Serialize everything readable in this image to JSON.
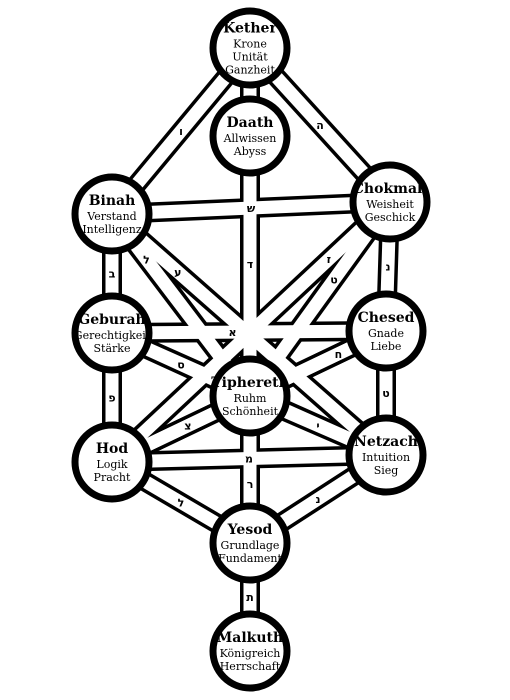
{
  "sephiroth": [
    {
      "id": "kether",
      "name": "Kether",
      "lines": [
        "Krone",
        "Unität",
        "Ganzheit"
      ]
    },
    {
      "id": "daath",
      "name": "Daath",
      "lines": [
        "Allwissen",
        "Abyss"
      ]
    },
    {
      "id": "binah",
      "name": "Binah",
      "lines": [
        "Verstand",
        "Intelligenz"
      ]
    },
    {
      "id": "chokmah",
      "name": "Chokmah",
      "lines": [
        "Weisheit",
        "Geschick"
      ]
    },
    {
      "id": "geburah",
      "name": "Geburah",
      "lines": [
        "Gerechtigkeit",
        "Stärke"
      ]
    },
    {
      "id": "chesed",
      "name": "Chesed",
      "lines": [
        "Gnade",
        "Liebe"
      ]
    },
    {
      "id": "tiphereth",
      "name": "Tiphereth",
      "lines": [
        "Ruhm",
        "Schönheit"
      ]
    },
    {
      "id": "hod",
      "name": "Hod",
      "lines": [
        "Logik",
        "Pracht"
      ]
    },
    {
      "id": "netzach",
      "name": "Netzach",
      "lines": [
        "Intuition",
        "Sieg"
      ]
    },
    {
      "id": "yesod",
      "name": "Yesod",
      "lines": [
        "Grundlage",
        "Fundament"
      ]
    },
    {
      "id": "malkuth",
      "name": "Malkuth",
      "lines": [
        "Königreich",
        "Herrschaft"
      ]
    }
  ],
  "paths": [
    {
      "from": "kether",
      "to": "binah",
      "letter": "ו"
    },
    {
      "from": "kether",
      "to": "tiphereth",
      "letter": "ד"
    },
    {
      "from": "kether",
      "to": "chokmah",
      "letter": "ה"
    },
    {
      "from": "binah",
      "to": "chokmah",
      "letter": "ש"
    },
    {
      "from": "binah",
      "to": "geburah",
      "letter": "ב"
    },
    {
      "from": "binah",
      "to": "tiphereth",
      "letter": "ל"
    },
    {
      "from": "binah",
      "to": "netzach",
      "letter": "ע"
    },
    {
      "from": "chokmah",
      "to": "hod",
      "letter": "ז"
    },
    {
      "from": "chokmah",
      "to": "tiphereth",
      "letter": "ט"
    },
    {
      "from": "chokmah",
      "to": "chesed",
      "letter": "נ"
    },
    {
      "from": "geburah",
      "to": "chesed",
      "letter": "א"
    },
    {
      "from": "geburah",
      "to": "tiphereth",
      "letter": "ס"
    },
    {
      "from": "geburah",
      "to": "hod",
      "letter": "פ"
    },
    {
      "from": "geburah",
      "to": "netzach",
      "letter": ""
    },
    {
      "from": "chesed",
      "to": "tiphereth",
      "letter": "ח"
    },
    {
      "from": "chesed",
      "to": "hod",
      "letter": ""
    },
    {
      "from": "chesed",
      "to": "netzach",
      "letter": "ט"
    },
    {
      "from": "tiphereth",
      "to": "hod",
      "letter": "צ"
    },
    {
      "from": "tiphereth",
      "to": "netzach",
      "letter": "י"
    },
    {
      "from": "tiphereth",
      "to": "yesod",
      "letter": "ר"
    },
    {
      "from": "hod",
      "to": "netzach",
      "letter": "מ"
    },
    {
      "from": "hod",
      "to": "yesod",
      "letter": "ל"
    },
    {
      "from": "netzach",
      "to": "yesod",
      "letter": "נ"
    },
    {
      "from": "yesod",
      "to": "malkuth",
      "letter": "ת"
    }
  ]
}
